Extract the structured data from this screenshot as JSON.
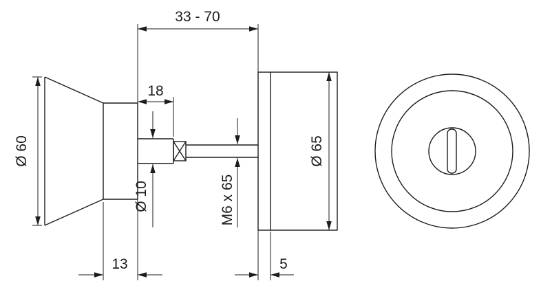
{
  "page": {
    "background": "#ffffff",
    "line_color": "#1c1c1c"
  },
  "drawing": {
    "labels": {
      "door_thickness_range": "33 - 70",
      "bush_length": "18",
      "knob_diameter": "Ø 60",
      "bush_diameter": "Ø 10",
      "connecting_bolt": "M6 x 65",
      "rose_diameter": "Ø 65",
      "knob_neck_length": "13",
      "rose_rim_thickness": "5"
    }
  }
}
